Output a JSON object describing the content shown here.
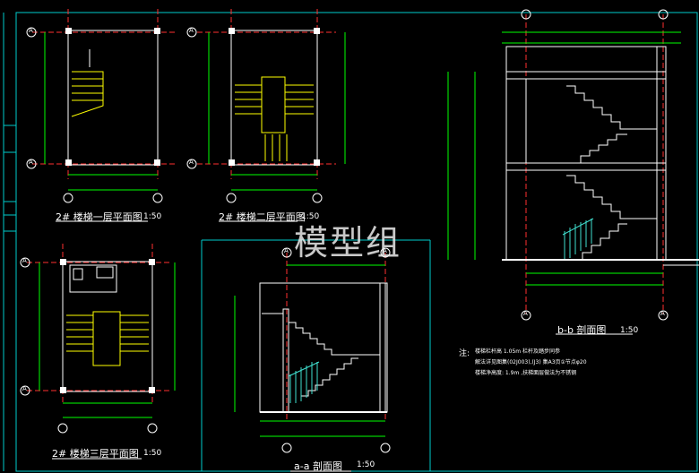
{
  "watermark": "模型组",
  "colors": {
    "background": "#000000",
    "wall": "#ffffff",
    "axis": "#ff3030",
    "dimension": "#00ff00",
    "stair": "#ffff00",
    "frame": "#00cccc",
    "handrail": "#40e0d0"
  },
  "drawings": {
    "plan1": {
      "title": "2# 楼梯一层平面图",
      "scale": "1:50"
    },
    "plan2": {
      "title": "2# 楼梯二层平面图",
      "scale": "1:50"
    },
    "plan3": {
      "title": "2# 楼梯三层平面图",
      "scale": "1:50"
    },
    "section_aa": {
      "title": "a-a 剖面图",
      "scale": "1:50"
    },
    "section_bb": {
      "title": "b-b 剖面图",
      "scale": "1:50"
    }
  },
  "notes": {
    "heading": "注:",
    "line1": "楼梯栏杆高  1.05m   栏杆及踏步同参",
    "line2": "解法详见图集(02J003),(J3)      集A3页①节点φ20",
    "line3": "楼梯净高度:    1.9m    ,扶梯面层做法为不锈钢"
  },
  "axis_markers": {
    "a": "A",
    "b": "B",
    "c": "C"
  }
}
